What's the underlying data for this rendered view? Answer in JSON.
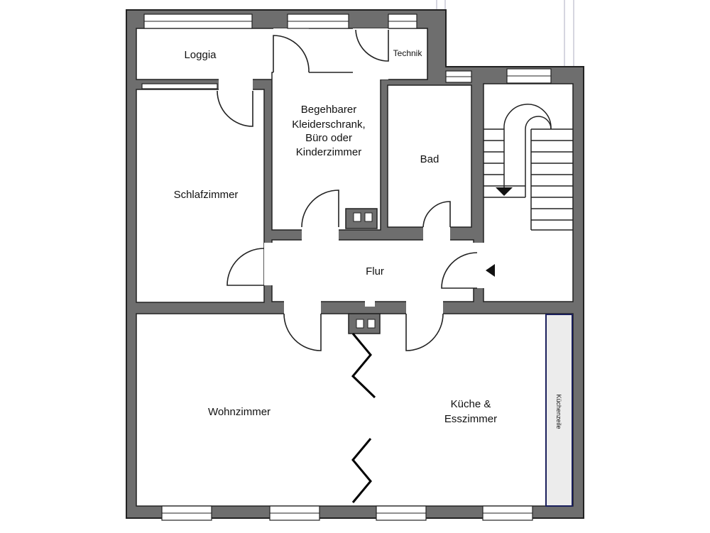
{
  "rooms": {
    "loggia": "Loggia",
    "technik": "Technik",
    "walkin": [
      "Begehbarer",
      "Kleiderschrank,",
      "Büro oder",
      "Kinderzimmer"
    ],
    "bad": "Bad",
    "schlafzimmer": "Schlafzimmer",
    "flur": "Flur",
    "wohnzimmer": "Wohnzimmer",
    "kueche": [
      "Küche &",
      "Esszimmer"
    ],
    "kuechenzeile": "Küchenzeile"
  },
  "colors": {
    "wall": "#6e6e6e",
    "kitchen_outline": "#1a1f5c",
    "kitchen_fill": "#ececec"
  }
}
